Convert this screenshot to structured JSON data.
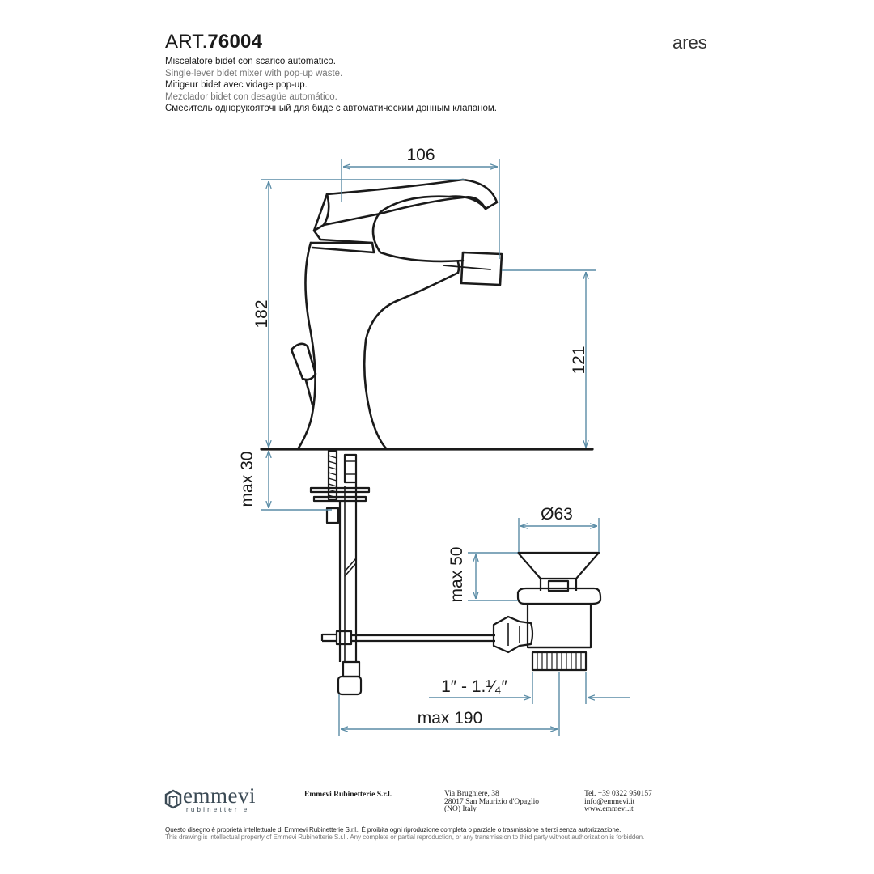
{
  "header": {
    "art_prefix": "ART.",
    "art_number": "76004",
    "series": "ares"
  },
  "descriptions": [
    "Miscelatore bidet con scarico automatico.",
    "Single-lever bidet mixer with pop-up waste.",
    "Mitigeur bidet avec vidage pop-up.",
    "Mezclador bidet con desagüe automático.",
    "Смеситель однорукояточный для биде с автоматическим донным клапаном."
  ],
  "dimensions": {
    "width_top": "106",
    "height_total": "182",
    "height_spout": "121",
    "max_thickness": "max 30",
    "waste_diameter": "Ø63",
    "waste_max": "max 50",
    "thread": "1″ - 1.¹⁄₄″",
    "max_distance": "max 190"
  },
  "colors": {
    "dimension_line": "#5a8ca6",
    "outline": "#1a1a1a",
    "logo": "#3b4a55"
  },
  "footer": {
    "logo_word": "emmevi",
    "logo_sub": "rubinetterie",
    "company": "Emmevi Rubinetterie S.r.l.",
    "address": [
      "Via Brughiere, 38",
      "28017 San Maurizio d'Opaglio",
      "(NO) Italy"
    ],
    "contacts": [
      "Tel. +39 0322 950157",
      "info@emmevi.it",
      "www.emmevi.it"
    ],
    "legal_it": "Questo disegno è proprietà intellettuale di Emmevi Rubinetterie S.r.l.. È proibita ogni riproduzione completa o parziale o trasmissione a terzi senza autorizzazione.",
    "legal_en": "This drawing is intellectual property of Emmevi Rubinetterie S.r.l.. Any complete or partial reproduction, or any transmission to third party without authorization is forbidden."
  }
}
